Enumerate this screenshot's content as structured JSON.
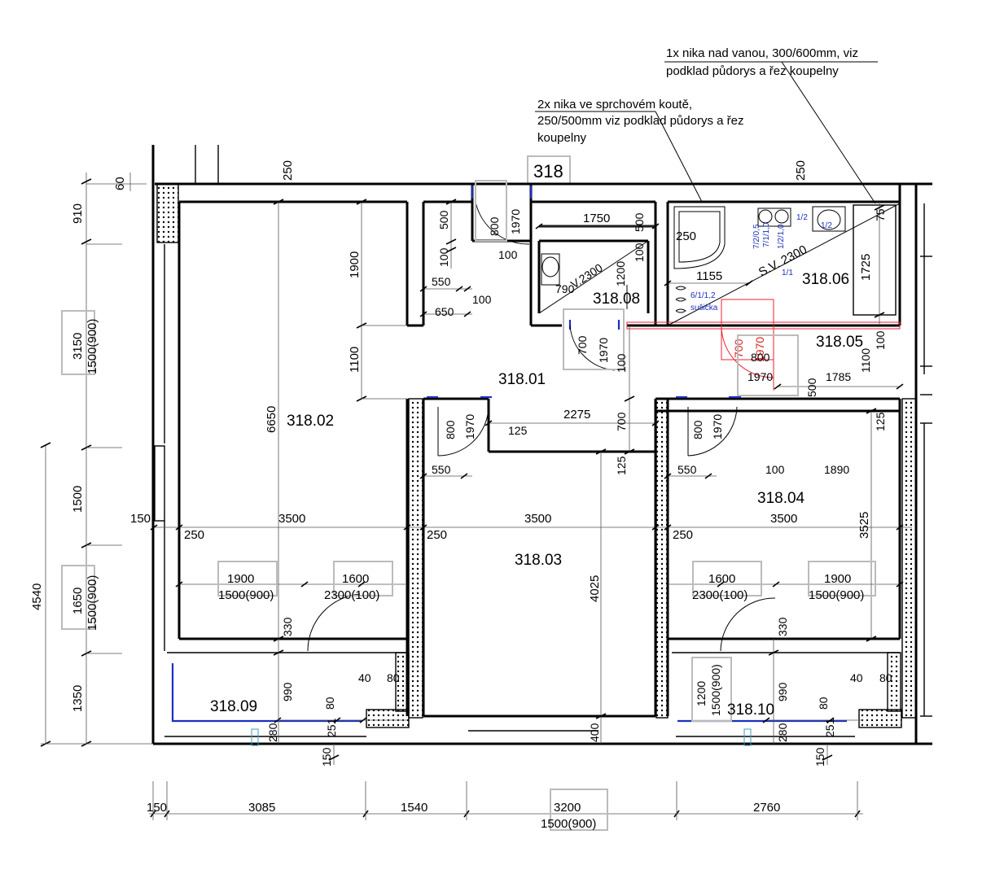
{
  "notes": {
    "niche_tub": [
      "1x nika nad vanou, 300/600mm, viz",
      "podklad půdorys a řez koupelny"
    ],
    "niche_shower": [
      "2x nika ve sprchovém koutě,",
      "250/500mm viz podklad půdorys a řez",
      "koupelny"
    ]
  },
  "unit_label": "318",
  "rooms": {
    "r01": "318.01",
    "r02": "318.02",
    "r03": "318.03",
    "r04": "318.04",
    "r05": "318.05",
    "r06": "318.06",
    "r08": "318.08",
    "r09": "318.09",
    "r10": "318.10"
  },
  "left_dims": {
    "d60": "60",
    "d910": "910",
    "d3150": "3150",
    "d3150b": "1500(900)",
    "d1500": "1500",
    "d1650": "1650",
    "d1650b": "1500(900)",
    "d1350": "1350",
    "d4540": "4540",
    "d150": "150"
  },
  "bottom_dims": {
    "b150": "150",
    "b3085": "3085",
    "b1540": "1540",
    "b3200": "3200",
    "b3200b": "1500(900)",
    "b2760": "2760"
  },
  "inner_dims": {
    "t250a": "250",
    "t250b": "250",
    "r2_6650": "6650",
    "r2_3500": "3500",
    "r2_250": "250",
    "r1_1900": "1900",
    "r1_1100": "1100",
    "c500": "500",
    "c100": "100",
    "c550": "550",
    "c100b": "100",
    "c650": "650",
    "door_800": "800",
    "door_1970": "1970",
    "door_100": "100",
    "k1750": "1750",
    "k500": "500",
    "k100": "100",
    "k1200": "1200",
    "k790": "790",
    "kV": "V.2300",
    "b250": "250",
    "b1155": "1155",
    "bSV": "S.V. 2300",
    "b1725": "1725",
    "b75": "75",
    "b1100": "1100",
    "b100": "100",
    "b1785": "1785",
    "b500": "500",
    "h700": "700",
    "h1970": "1970",
    "h100": "100",
    "h700b": "700",
    "h2275": "2275",
    "h125": "125",
    "h700c": "700",
    "h125b": "125",
    "d3_800": "800",
    "d3_1970": "1970",
    "d3_550": "550",
    "r3_3500": "3500",
    "r3_250": "250",
    "r3_4025": "4025",
    "r3_400": "400",
    "d4_800": "800",
    "d4_1970": "1970",
    "d4_550": "550",
    "d4_100": "100",
    "d4_1890": "1890",
    "r4_3500": "3500",
    "r4_250": "250",
    "r4_3525": "3525",
    "r4_125": "125",
    "w1_1900": "1900",
    "w1_1500": "1500(900)",
    "w2_1600": "1600",
    "w2_2300": "2300(100)",
    "w3_1600": "1600",
    "w3_2300": "2300(100)",
    "w4_1900": "1900",
    "w4_1500": "1500(900)",
    "s330": "330",
    "s330b": "330",
    "s990": "990",
    "s990b": "990",
    "s40": "40",
    "s80": "80",
    "s40b": "40",
    "s80b": "80",
    "s280": "280",
    "s280b": "280",
    "s251": "251",
    "s251b": "251",
    "s80c": "80",
    "s80d": "80",
    "s150": "150",
    "s150b": "150",
    "s1200": "1200",
    "s1200b": "1500(900)"
  },
  "red_dims": {
    "r700": "700",
    "r1970": "1970",
    "r800": "800",
    "r1970b": "1970"
  },
  "fixtures": {
    "susicka": "sušička",
    "sus_code": "6/1/1,2",
    "code_a": "7/2/0,5",
    "code_b": "7/1/1,0",
    "code_c": "1/2/1,0",
    "code_d": "1/2",
    "code_e": "1/1",
    "code_f": "1/2"
  },
  "colors": {
    "wall": "#000000",
    "dim_box": "#bbbbbb",
    "blue": "#1a2fbf",
    "red": "#e23333"
  }
}
